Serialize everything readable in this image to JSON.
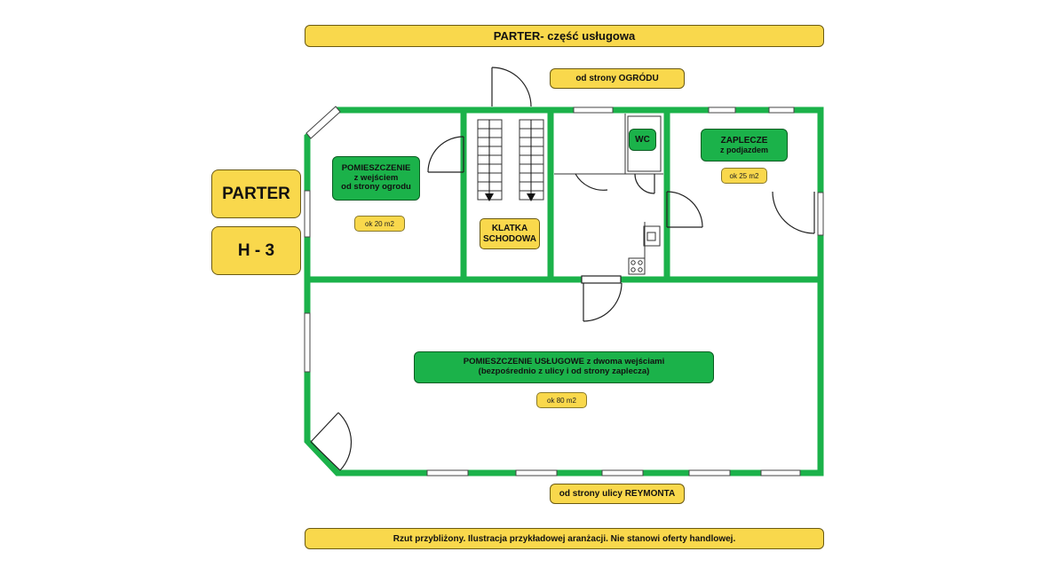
{
  "header": {
    "title": "PARTER- część usługowa"
  },
  "footer": {
    "note": "Rzut przybliżony. Ilustracja przykładowej aranżacji. Nie stanowi oferty handlowej."
  },
  "orientation": {
    "top": "od strony OGRÓDU",
    "bottom": "od strony  ulicy REYMONTA"
  },
  "side": {
    "level": "PARTER",
    "unit": "H - 3"
  },
  "rooms": {
    "garden_room": {
      "line1": "POMIESZCZENIE",
      "line2": "z wejściem",
      "line3": "od strony ogrodu",
      "area": "ok 20 m2"
    },
    "staircase": {
      "line1": "KLATKA",
      "line2": "SCHODOWA"
    },
    "wc": {
      "label": "WC"
    },
    "backroom": {
      "line1": "ZAPLECZE",
      "line2": "z podjazdem",
      "area": "ok 25 m2"
    },
    "service_room": {
      "line1": "POMIESZCZENIE USŁUGOWE z dwoma wejściami",
      "line2": "(bezpośrednio z ulicy i od strony zaplecza)",
      "area": "ok 80 m2"
    }
  },
  "colors": {
    "wall": "#1bb24a",
    "label_yellow": "#f9d84c",
    "label_green": "#1bb24a"
  }
}
